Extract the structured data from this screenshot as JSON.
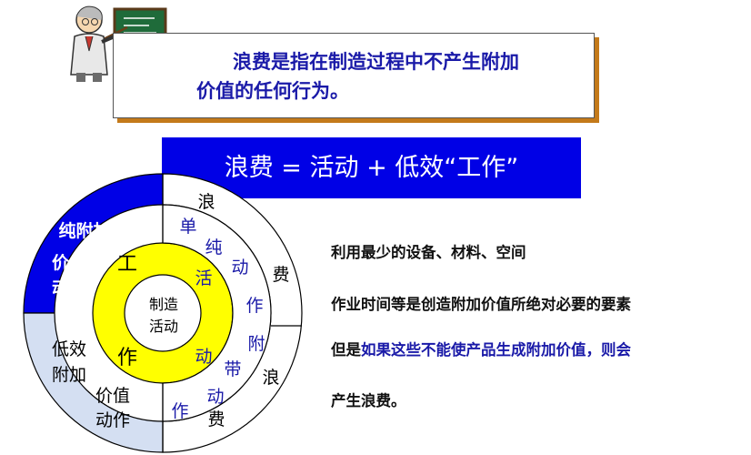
{
  "definition": {
    "line1": "浪费是指在制造过程中不产生附加",
    "line2": "价值的任何行为。"
  },
  "equation": "浪费 = 活动 + 低效“工作”",
  "diagram": {
    "center": [
      "制造",
      "活动"
    ],
    "inner_ring_top": "工",
    "inner_ring_bottom": "作",
    "outer_top_left": [
      "纯附加",
      "价值",
      "动作"
    ],
    "outer_bottom_left": [
      "低效",
      "附加",
      "价值",
      "动作"
    ],
    "waste_top": [
      "浪",
      "费"
    ],
    "waste_bottom": [
      "浪",
      "费"
    ],
    "pure_action": [
      "单",
      "纯",
      "活",
      "动",
      "作"
    ],
    "incidental_action": [
      "附",
      "带",
      "动",
      "作",
      "动"
    ]
  },
  "explanation": {
    "line1": "利用最少的设备、材料、空间",
    "line2": "作业时间等是创造附加价值所绝对必要的要素",
    "line3_black": "但是",
    "line3_blue": "如果这些不能使产品生成附加价值，则会",
    "line4": "产生浪费。"
  },
  "colors": {
    "blue": "#0000e6",
    "yellow": "#ffff00",
    "light_blue": "#d4dff2",
    "text_blue": "#1a1aa8",
    "shadow": "#c47a1a"
  }
}
